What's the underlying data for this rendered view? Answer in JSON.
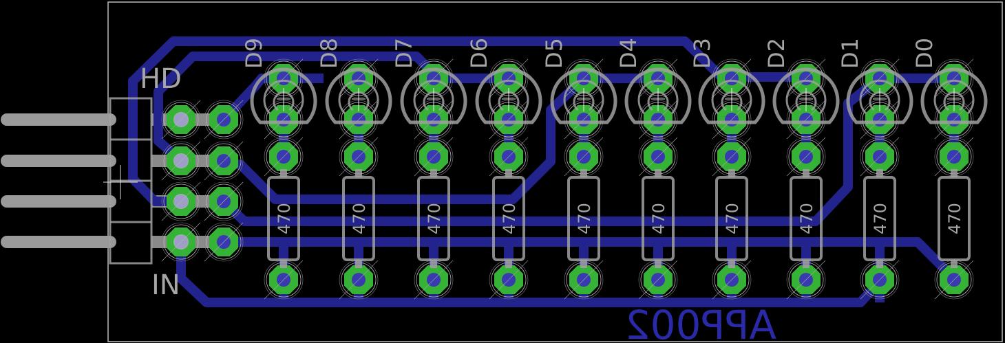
{
  "board": {
    "header_label": "HD",
    "input_label": "IN",
    "board_name": "APP002",
    "leds": [
      "D9",
      "D8",
      "D7",
      "D6",
      "D5",
      "D4",
      "D3",
      "D2",
      "D1",
      "D0"
    ],
    "resistor_value": "470"
  },
  "colors": {
    "background": "#000000",
    "trace": "#23238e",
    "pad": "#36b236",
    "silkscreen": "#a0a0a0",
    "board_text": "#2a2aa8"
  }
}
